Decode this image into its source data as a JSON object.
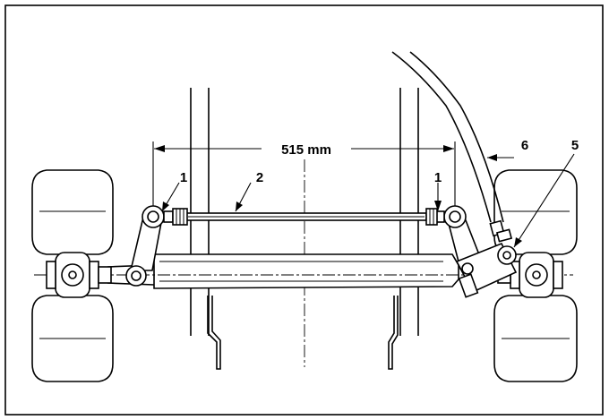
{
  "figure": {
    "dimension_label": "515 mm",
    "callouts": {
      "left_ball_joint": "1",
      "tie_rod": "2",
      "right_ball_joint": "1",
      "steering_arm": "5",
      "steering_cable": "6"
    }
  }
}
